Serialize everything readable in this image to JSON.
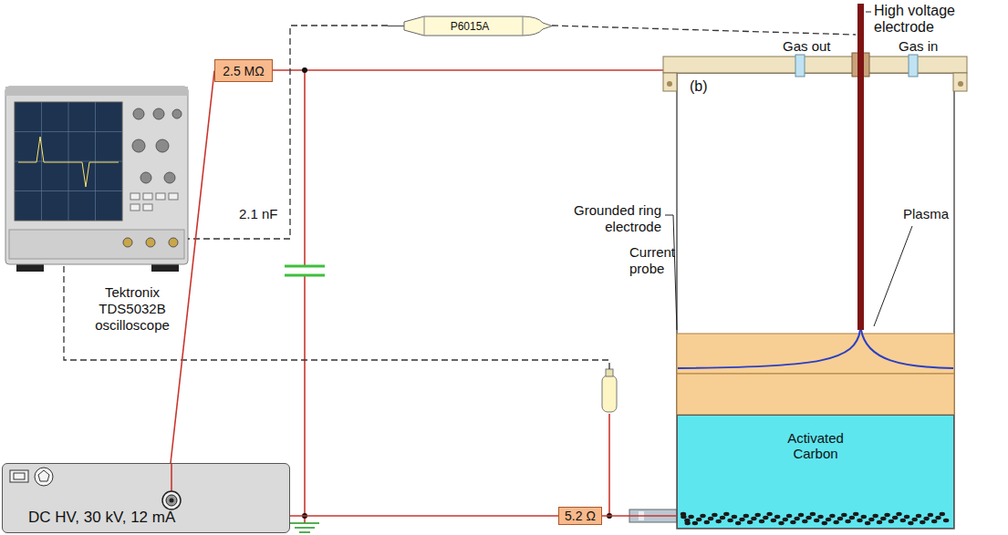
{
  "diagram": {
    "nodes": [
      {
        "text": [
          "2.5 MΩ"
        ]
      },
      {
        "text": [
          "P6015A"
        ]
      },
      {
        "text": [
          "5.2 Ω"
        ]
      },
      {
        "text": [
          "Activated Carbon"
        ]
      },
      {
        "text": [
          "DC HV, 30 kV, 12 mA"
        ]
      }
    ],
    "edges": [
      {
        "from": 4,
        "to": 0,
        "arrow": "none"
      },
      {
        "from": 4,
        "to": 2,
        "arrow": "none"
      },
      {
        "from": 2,
        "to": 3,
        "arrow": "none"
      }
    ],
    "labels": [
      "High voltage electrode",
      "Gas out",
      "Gas in",
      "(b)",
      "2.1 nF",
      "Grounded ring electrode",
      "Plasma",
      "Tektronix TDS5032B oscilloscope",
      "Current probe"
    ]
  }
}
